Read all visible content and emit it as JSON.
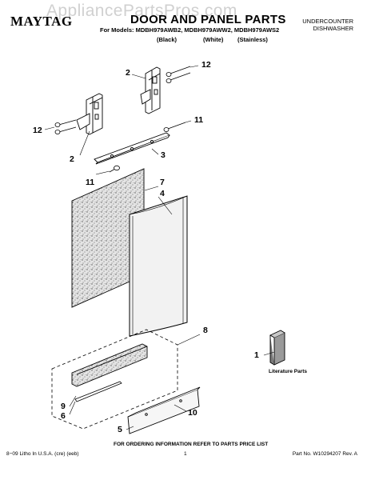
{
  "watermark": "AppliancePartsPros.com",
  "header": {
    "brand": "MAYTAG",
    "title": "DOOR AND PANEL PARTS",
    "models": "For Models: MDBH979AWB2, MDBH979AWW2, MDBH979AWS2",
    "variants": [
      "(Black)",
      "(White)",
      "(Stainless)"
    ],
    "product_line1": "UNDERCOUNTER",
    "product_line2": "DISHWASHER"
  },
  "callouts": {
    "c2_top": "2",
    "c12_top": "12",
    "c12_left": "12",
    "c11_right": "11",
    "c2_left": "2",
    "c3": "3",
    "c11_left": "11",
    "c7": "7",
    "c4": "4",
    "c8": "8",
    "c1": "1",
    "c9": "9",
    "c6": "6",
    "c10": "10",
    "c5": "5"
  },
  "literature_label": "Literature Parts",
  "footer": {
    "note": "FOR ORDERING INFORMATION REFER TO PARTS PRICE LIST",
    "left": "8−09 Litho In U.S.A. (cre) (eeb)",
    "page": "1",
    "right": "Part No. W10294207 Rev. A"
  },
  "colors": {
    "line": "#000000",
    "panel_fill": "#d8d8d8",
    "door_fill": "#f2f2f2",
    "literature_fill": "#9a9a9a"
  }
}
